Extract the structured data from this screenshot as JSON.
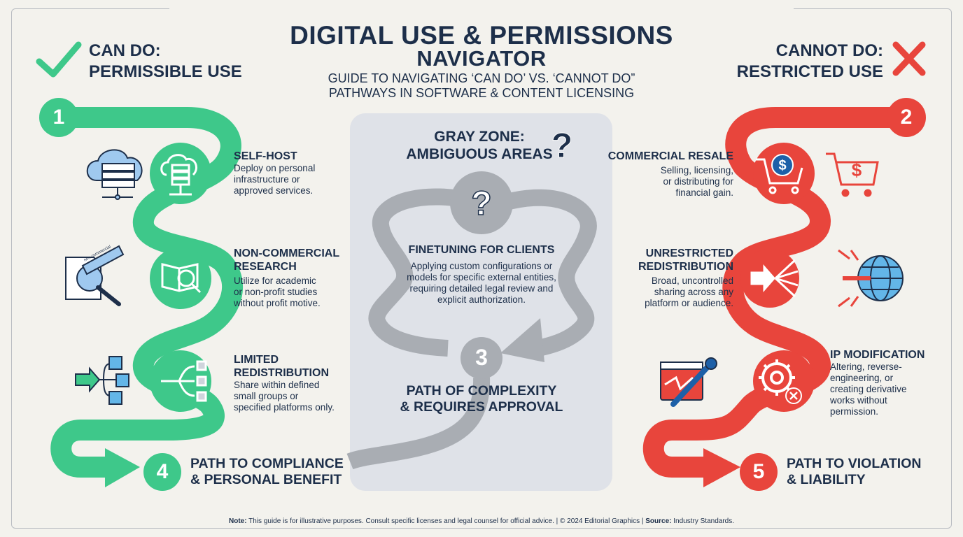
{
  "title": {
    "line1": "DIGITAL USE & PERMISSIONS",
    "line2": "NAVIGATOR",
    "subtitle_line1": "GUIDE TO NAVIGATING ‘CAN DO’ VS. ‘CANNOT DO”",
    "subtitle_line2": "PATHWAYS IN SOFTWARE & CONTENT LICENSING"
  },
  "can_do": {
    "heading_line1": "CAN DO:",
    "heading_line2": "PERMISSIBLE USE",
    "start_number": "1",
    "items": [
      {
        "title": "SELF-HOST",
        "desc": [
          "Deploy on personal",
          "infrastructure or",
          "approved services."
        ],
        "icon": "cloud-server-icon"
      },
      {
        "title": [
          "NON-COMMERCIAL",
          "RESEARCH"
        ],
        "desc": [
          "Utilize for academic",
          "or non-profit studies",
          "without profit motive."
        ],
        "icon": "book-magnifier-icon",
        "tag": "non-commercial"
      },
      {
        "title": [
          "LIMITED",
          "REDISTRIBUTION"
        ],
        "desc": [
          "Share within defined",
          "small groups or",
          "specified platforms only."
        ],
        "icon": "branch-icon"
      }
    ],
    "end_number": "4",
    "end_label_line1": "PATH TO COMPLIANCE",
    "end_label_line2": "& PERSONAL BENEFIT"
  },
  "cannot_do": {
    "heading_line1": "CANNOT DO:",
    "heading_line2": "RESTRICTED USE",
    "start_number": "2",
    "items": [
      {
        "title": "COMMERCIAL RESALE",
        "desc": [
          "Selling, licensing,",
          "or distributing for",
          "financial gain."
        ],
        "icon": "shopping-cart-dollar-icon"
      },
      {
        "title": [
          "UNRESTRICTED",
          "REDISTRIBUTION"
        ],
        "desc": [
          "Broad, uncontrolled",
          "sharing across any",
          "platform or audience."
        ],
        "icon": "scatter-arrows-icon"
      },
      {
        "title": "IP MODIFICATION",
        "desc": [
          "Altering, reverse-",
          "engineering, or",
          "creating derivative",
          "works without",
          "permission."
        ],
        "icon": "gear-wrench-icon"
      }
    ],
    "end_number": "5",
    "end_label_line1": "PATH TO VIOLATION",
    "end_label_line2": "& LIABILITY"
  },
  "gray_zone": {
    "heading_line1": "GRAY ZONE:",
    "heading_line2": "AMBIGUOUS AREAS",
    "item_title": "FINETUNING FOR CLIENTS",
    "item_desc": [
      "Applying custom configurations or",
      "models for specific external entities,",
      "requiring detailed legal review and",
      "explicit authorization."
    ],
    "number": "3",
    "label_line1": "PATH OF COMPLEXITY",
    "label_line2": "& REQUIRES APPROVAL"
  },
  "footer": {
    "note_label": "Note:",
    "note_text": " This guide is for illustrative purposes. Consult specific licenses and legal counsel for official advice. | © 2024 Editorial Graphics | ",
    "source_label": "Source:",
    "source_text": " Industry Standards."
  },
  "colors": {
    "green": "#3ec88a",
    "red": "#e8453c",
    "navy": "#1d2f4a",
    "gray": "#a9adb3",
    "gray_panel": "#dfe2e8"
  }
}
